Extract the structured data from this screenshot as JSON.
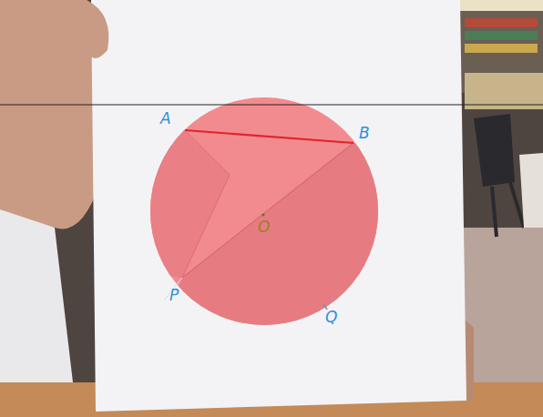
{
  "diagram": {
    "labels": [
      "A",
      "B",
      "O",
      "P",
      "Q"
    ]
  }
}
